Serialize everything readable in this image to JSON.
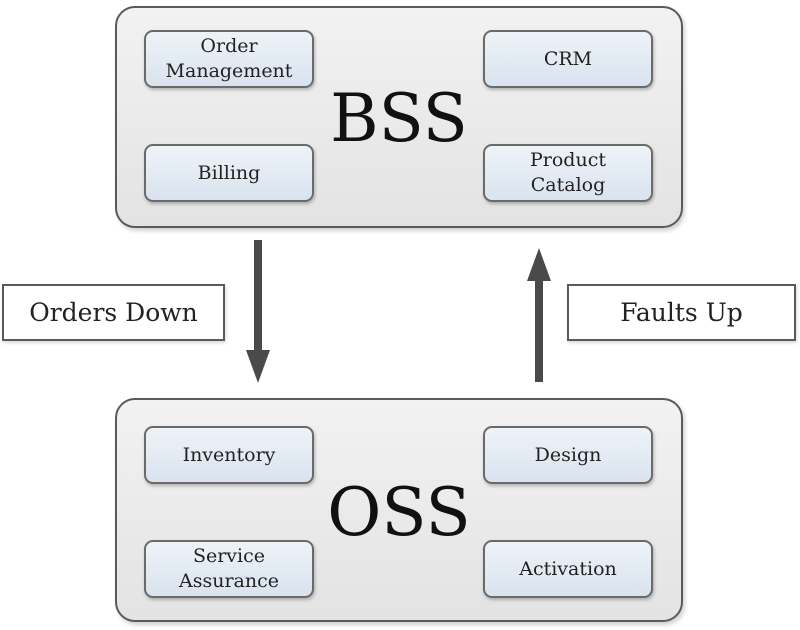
{
  "bss": {
    "title": "BSS",
    "modules": {
      "order_management": "Order\nManagement",
      "crm": "CRM",
      "billing": "Billing",
      "product_catalog": "Product\nCatalog"
    }
  },
  "oss": {
    "title": "OSS",
    "modules": {
      "inventory": "Inventory",
      "design": "Design",
      "service_assurance": "Service\nAssurance",
      "activation": "Activation"
    }
  },
  "flows": {
    "down_label": "Orders Down",
    "up_label": "Faults Up"
  },
  "colors": {
    "panel_border": "#5a5a5a",
    "module_fill": "#dde6f0",
    "arrow": "#4a4a4a"
  }
}
